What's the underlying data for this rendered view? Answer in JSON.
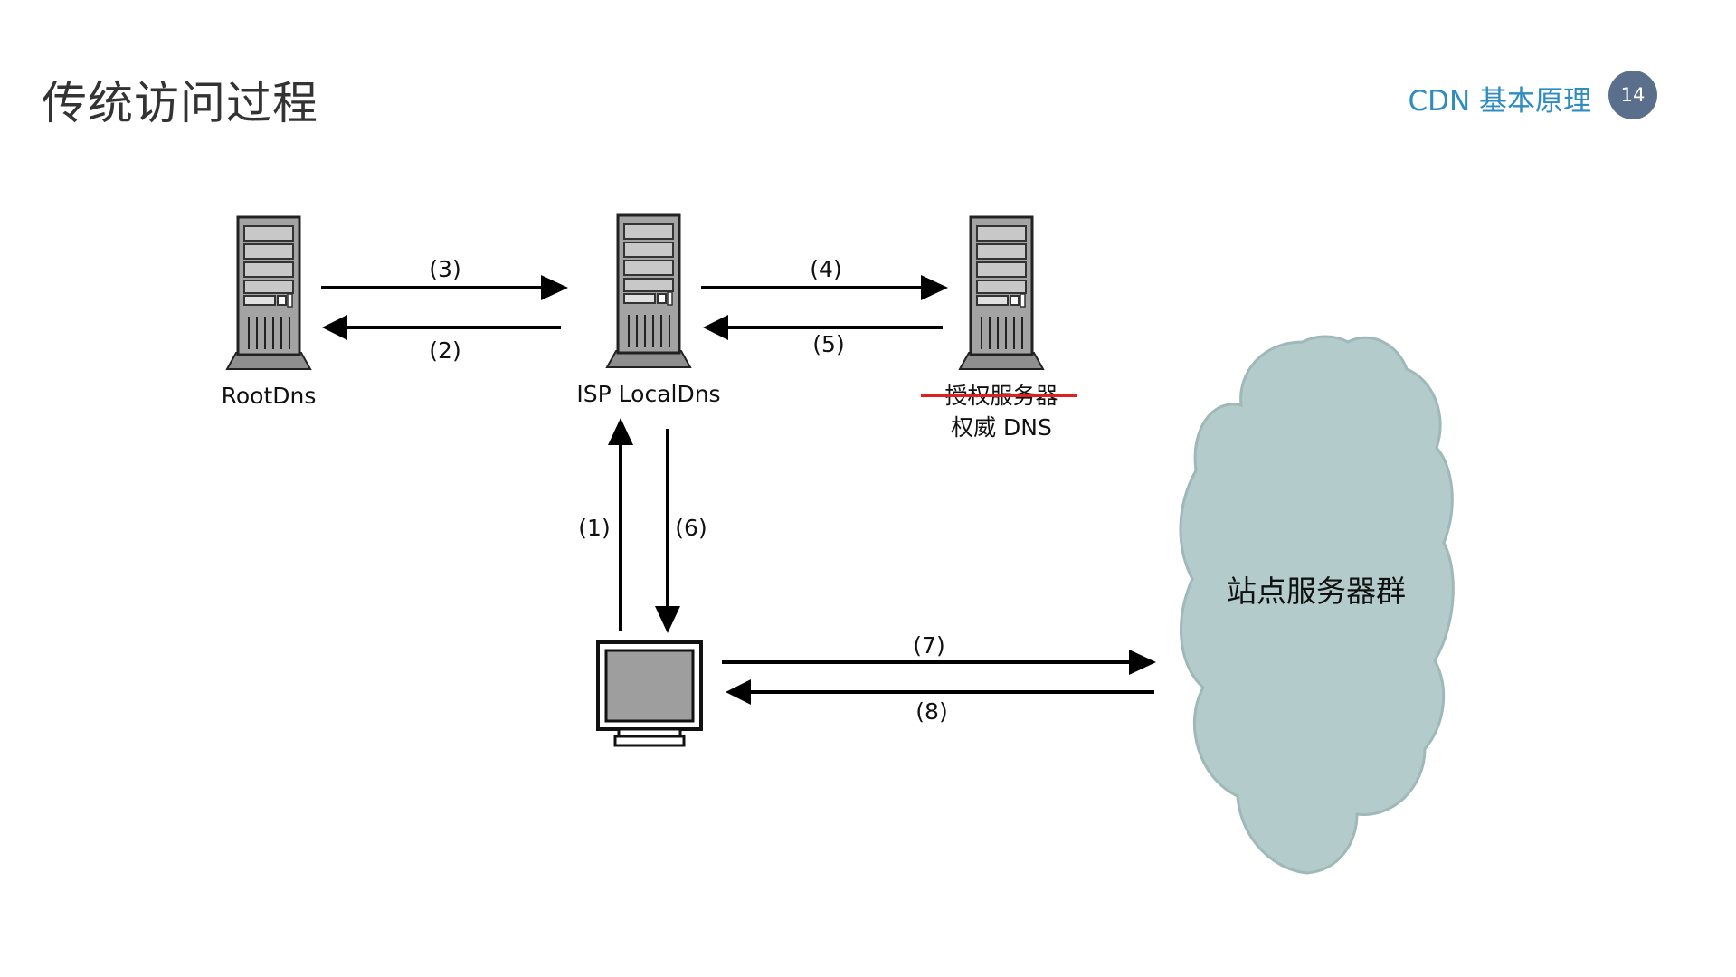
{
  "slide": {
    "title": "传统访问过程",
    "section": "CDN 基本原理",
    "page_number": "14"
  },
  "nodes": {
    "root_dns": "RootDns",
    "isp_local_dns": "ISP LocalDns",
    "auth_server_struck": "授权服务器",
    "auth_dns": "权威 DNS",
    "site_cluster": "站点服务器群"
  },
  "arrows": {
    "a1": "(1)",
    "a2": "(2)",
    "a3": "(3)",
    "a4": "(4)",
    "a5": "(5)",
    "a6": "(6)",
    "a7": "(7)",
    "a8": "(8)"
  },
  "colors": {
    "title": "#333333",
    "section": "#2f8cc1",
    "badge": "#5a6f8c",
    "cloud_fill": "#b3cbcb",
    "strike": "#e02020",
    "server_body": "#9c9c9c"
  }
}
